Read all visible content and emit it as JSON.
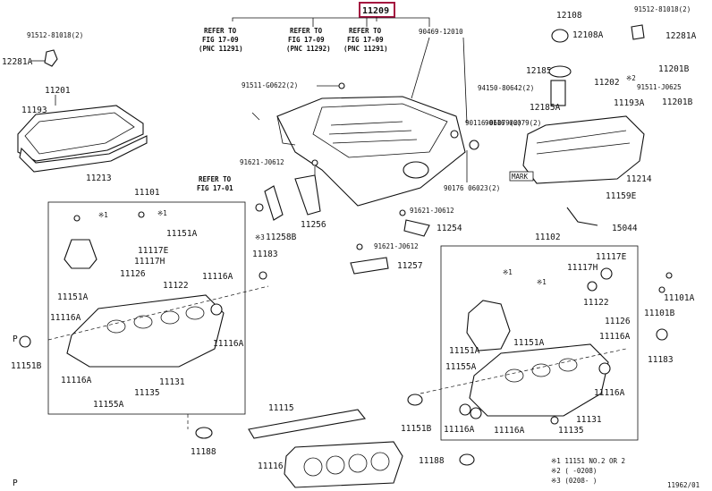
{
  "title_part": "11209",
  "references": {
    "ref1": {
      "l1": "REFER TO",
      "l2": "FIG 17-09",
      "l3": "(PNC 11291)"
    },
    "ref2": {
      "l1": "REFER TO",
      "l2": "FIG 17-09",
      "l3": "(PNC 11292)"
    },
    "ref3": {
      "l1": "REFER TO",
      "l2": "FIG 17-09",
      "l3": "(PNC 11291)"
    },
    "ref4": {
      "l1": "REFER TO",
      "l2": "FIG 17-01"
    }
  },
  "labels": {
    "p91512a": "91512-81018(2)",
    "p12281a": "12281A",
    "p11201": "11201",
    "p11193": "11193",
    "p11213": "11213",
    "p91511": "91511-G0622(2)",
    "p90469": "90469-12010",
    "p12108": "12108",
    "p12108a": "12108A",
    "p91512b": "91512-81018(2)",
    "p12281b": "12281A",
    "p12185": "12185",
    "p94150": "94150-80642(2)",
    "p12185a": "12185A",
    "p90116": "90116-06079(2)",
    "p11202": "11202",
    "p11201b": "11201B",
    "p91511b": "91511-J0625",
    "p11193a": "11193A",
    "p11201b2": "11201B",
    "p11214": "11214",
    "mark": "MARK",
    "p91621a": "91621-J0612",
    "p90176": "90176 06023(2)",
    "p11159e": "11159E",
    "p15044": "15044",
    "p11101": "11101",
    "p11256": "11256",
    "p91621b": "91621-J0612",
    "p11254": "11254",
    "p11258b": "11258B",
    "p91621c": "91621-J0612",
    "p11257": "11257",
    "p11151a": "11151A",
    "p11117e": "11117E",
    "p11117h": "11117H",
    "p11126": "11126",
    "p11183": "11183",
    "p11151a2": "11151A",
    "p11122": "11122",
    "p11116a": "11116A",
    "p11116a2": "11116A",
    "p11116a3": "11116A",
    "p11151b": "11151B",
    "p11116a4": "11116A",
    "p11131": "11131",
    "p11135": "11135",
    "p11155a": "11155A",
    "p11102": "11102",
    "p11117e2": "11117E",
    "p11117h2": "11117H",
    "p11101a": "11101A",
    "p11101b": "11101B",
    "p11122b": "11122",
    "p11126b": "11126",
    "p11151a3": "11151A",
    "p11151a4": "11151A",
    "p11155a2": "11155A",
    "p11116a5": "11116A",
    "p11183b": "11183",
    "p11116a6": "11116A",
    "p11131b": "11131",
    "p11135b": "11135",
    "p11151b2": "11151B",
    "p11116a7": "11116A",
    "p11116a8": "11116A",
    "p11115": "11115",
    "p11116": "11116",
    "p11188": "11188",
    "p11188b": "11188",
    "s1a": "※1",
    "s1b": "※1",
    "s1c": "※1",
    "s1d": "※1",
    "s2": "※2",
    "s3": "※3",
    "p": "P"
  },
  "legend": {
    "l1": "※1 11151 NO.2 OR 2",
    "l2": "※2 (    -0208)",
    "l3": "※3 (0208-    )"
  },
  "fig_id": "11962/01"
}
